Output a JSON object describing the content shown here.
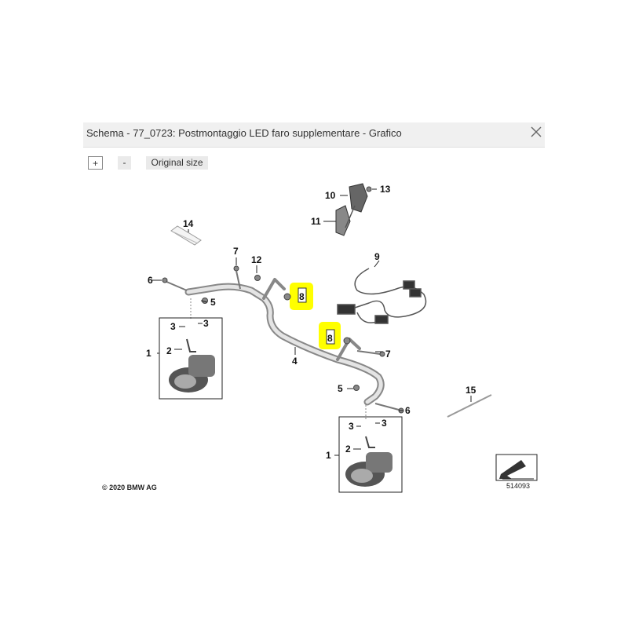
{
  "window": {
    "title": "Schema - 77_0723: Postmontaggio LED faro supplementare - Grafico"
  },
  "toolbar": {
    "zoom_in": "+",
    "zoom_out": "-",
    "original_size": "Original size"
  },
  "diagram": {
    "labels": [
      "1",
      "2",
      "3",
      "3",
      "4",
      "5",
      "5",
      "6",
      "6",
      "7",
      "7",
      "8",
      "8",
      "9",
      "10",
      "11",
      "12",
      "13",
      "14",
      "15",
      "1",
      "2",
      "3",
      "3"
    ],
    "highlight_color": "#ffff00",
    "copyright": "© 2020 BMW AG",
    "image_number": "514093"
  },
  "icons": {
    "close": "close-icon",
    "view_direction": "arrow-view-icon"
  }
}
